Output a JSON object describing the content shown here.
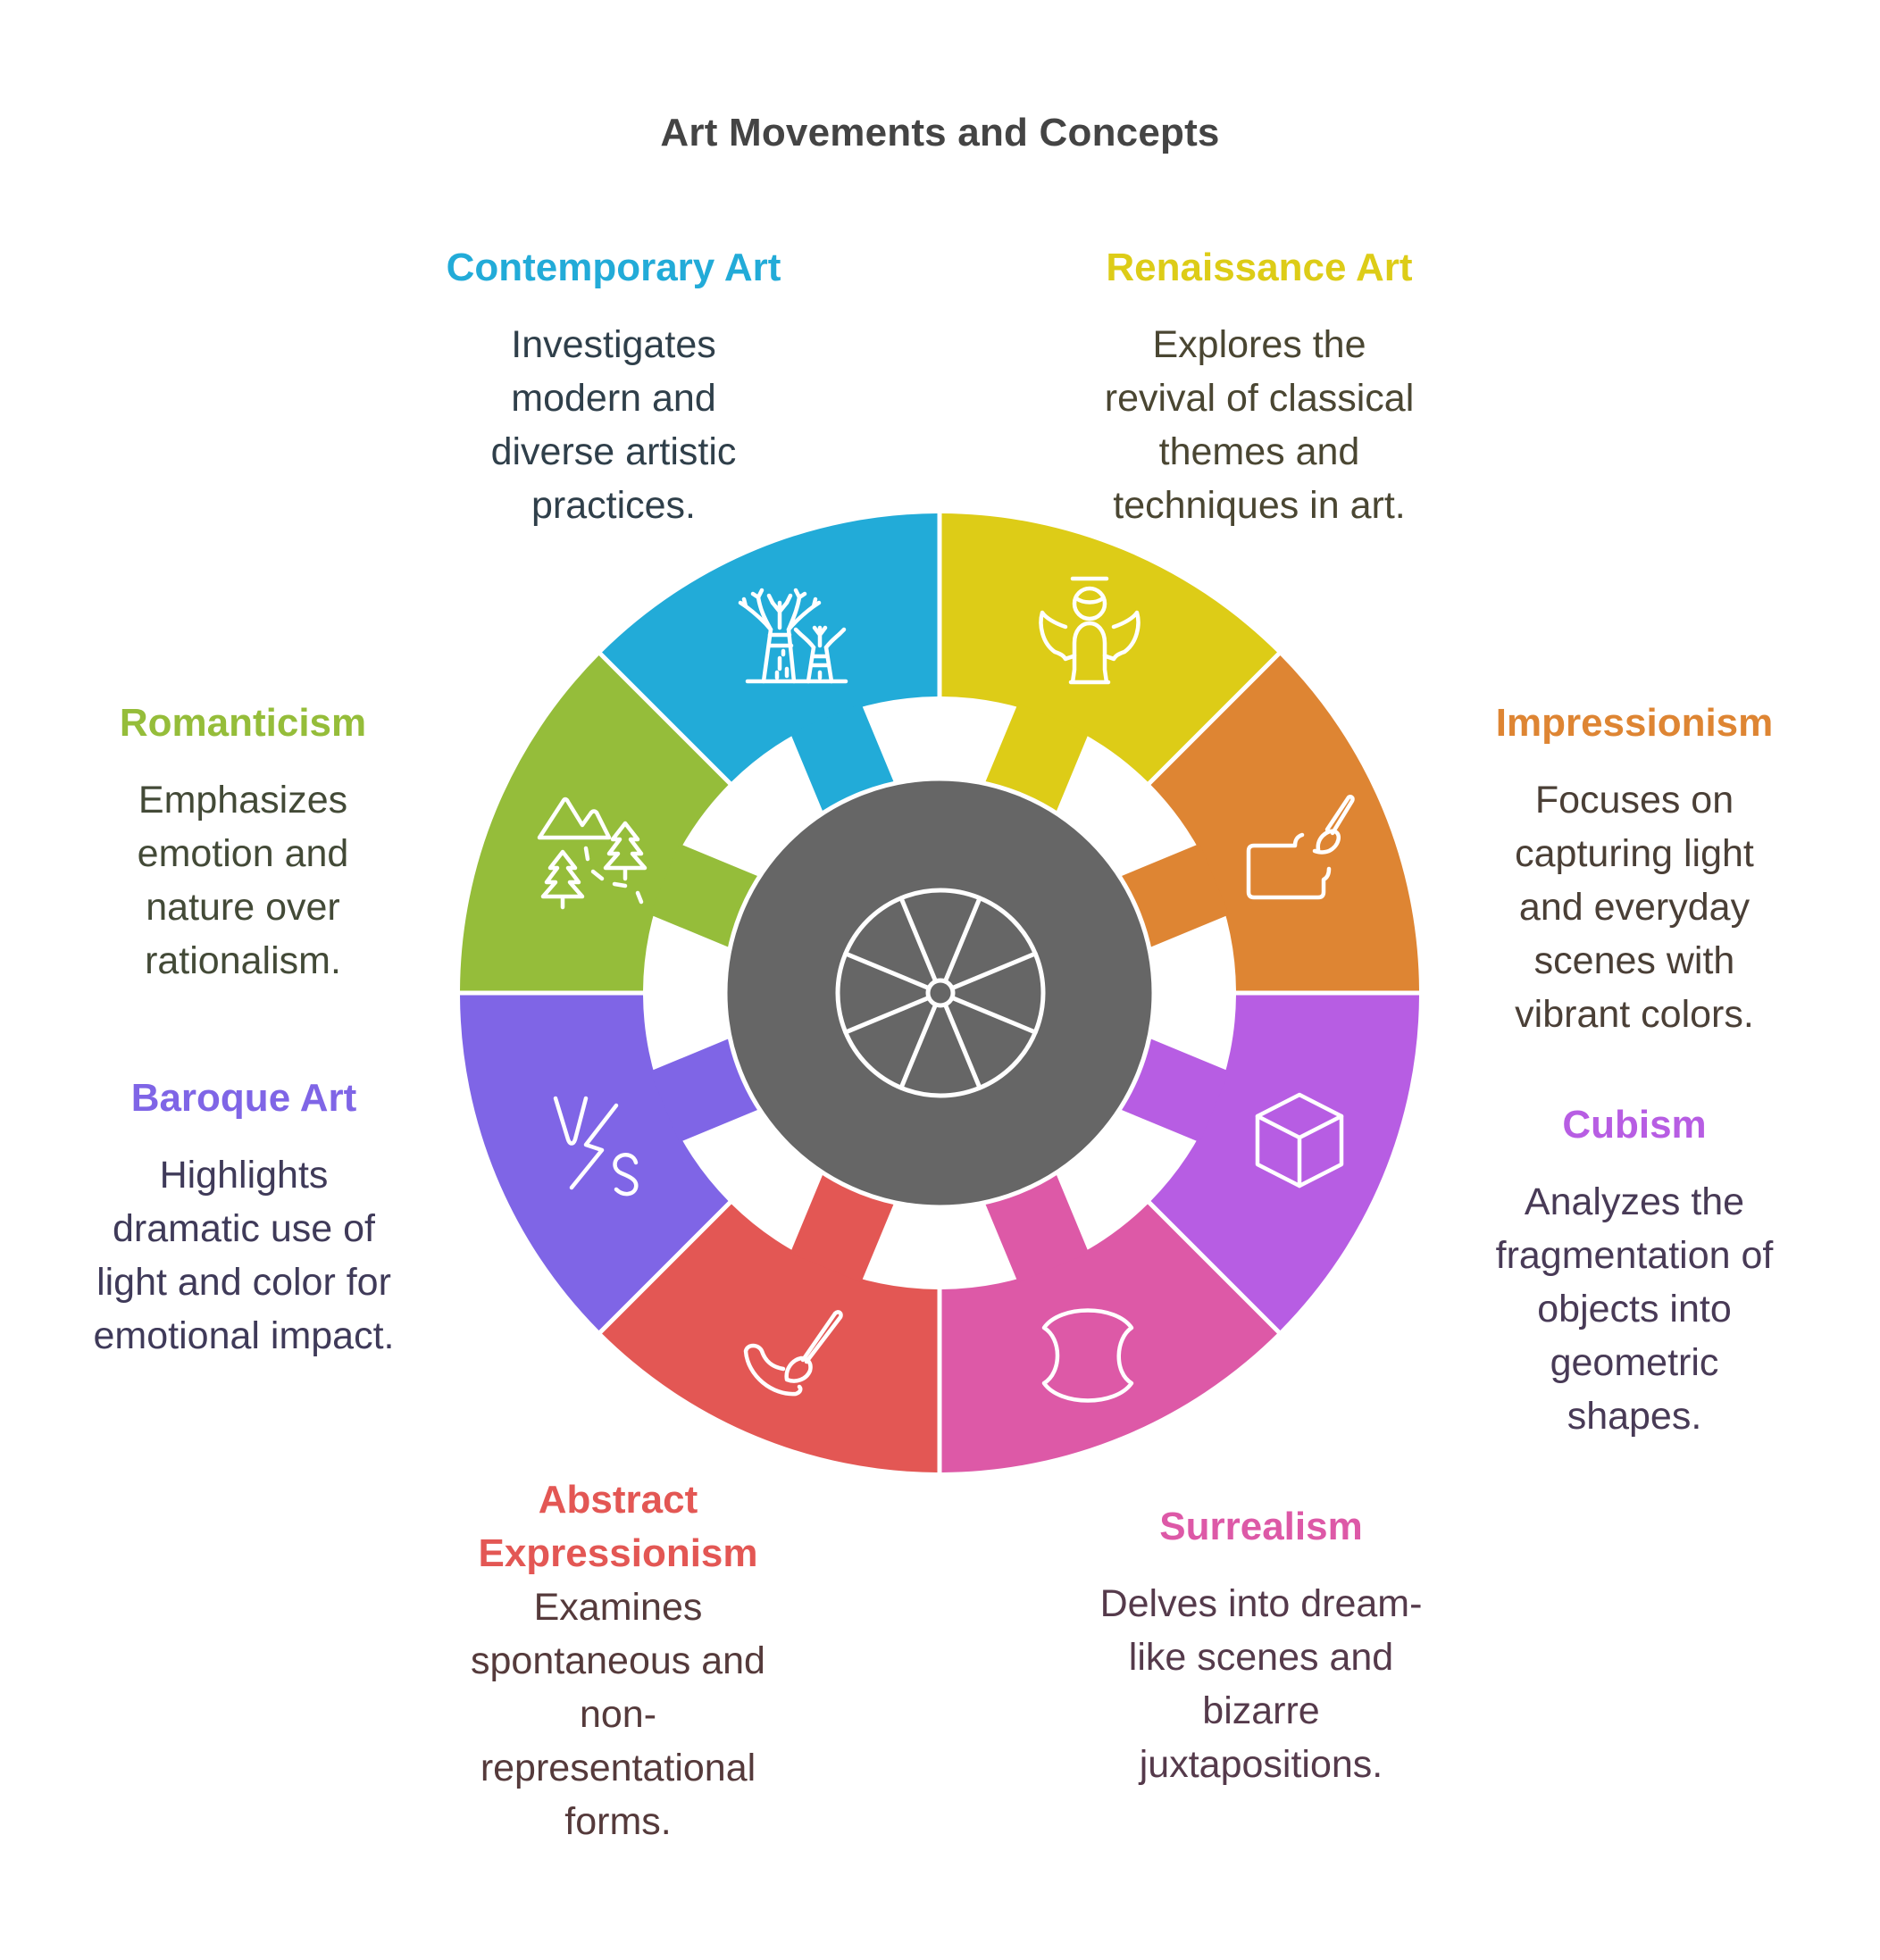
{
  "title": "Art Movements and Concepts",
  "center": {
    "hub_color": "#666666",
    "icon": "ship-wheel-icon"
  },
  "segments": [
    {
      "id": "contemporary",
      "heading": "Contemporary Art",
      "description": [
        "Investigates",
        "modern and",
        "diverse artistic",
        "practices."
      ],
      "color": "#22abd8",
      "text_color": "#2f3f4a",
      "icon": "supertree-icon"
    },
    {
      "id": "renaissance",
      "heading": "Renaissance Art",
      "description": [
        "Explores the",
        "revival of classical",
        "themes and",
        "techniques in art."
      ],
      "color": "#ddcc17",
      "text_color": "#4a4632",
      "icon": "angel-icon"
    },
    {
      "id": "impressionism",
      "heading": "Impressionism",
      "description": [
        "Focuses on",
        "capturing light",
        "and everyday",
        "scenes with",
        "vibrant colors."
      ],
      "color": "#de8533",
      "text_color": "#4a3f36",
      "icon": "paintbrush-canvas-icon"
    },
    {
      "id": "cubism",
      "heading": "Cubism",
      "description": [
        "Analyzes the",
        "fragmentation of",
        "objects into",
        "geometric",
        "shapes."
      ],
      "color": "#b75de3",
      "text_color": "#483a56",
      "icon": "cube-icon"
    },
    {
      "id": "surrealism",
      "heading": "Surrealism",
      "description": [
        "Delves into dream-",
        "like scenes and",
        "bizarre",
        "juxtapositions."
      ],
      "color": "#dd59a7",
      "text_color": "#553a4b",
      "icon": "apple-core-icon"
    },
    {
      "id": "abstract-expressionism",
      "heading_lines": [
        "Abstract",
        "Expressionism"
      ],
      "heading": "Abstract Expressionism",
      "description": [
        "Examines",
        "spontaneous and",
        "non-",
        "representational",
        "forms."
      ],
      "color": "#e35754",
      "text_color": "#553a3b",
      "icon": "paintbrush-stroke-icon"
    },
    {
      "id": "baroque",
      "heading": "Baroque Art",
      "description": [
        "Highlights",
        "dramatic use of",
        "light and color for",
        "emotional impact."
      ],
      "color": "#7f65e6",
      "text_color": "#3f3a59",
      "icon": "versus-icon"
    },
    {
      "id": "romanticism",
      "heading": "Romanticism",
      "description": [
        "Emphasizes",
        "emotion and",
        "nature over",
        "rationalism."
      ],
      "color": "#95bd3a",
      "text_color": "#434a37",
      "icon": "mountains-trees-icon"
    }
  ]
}
